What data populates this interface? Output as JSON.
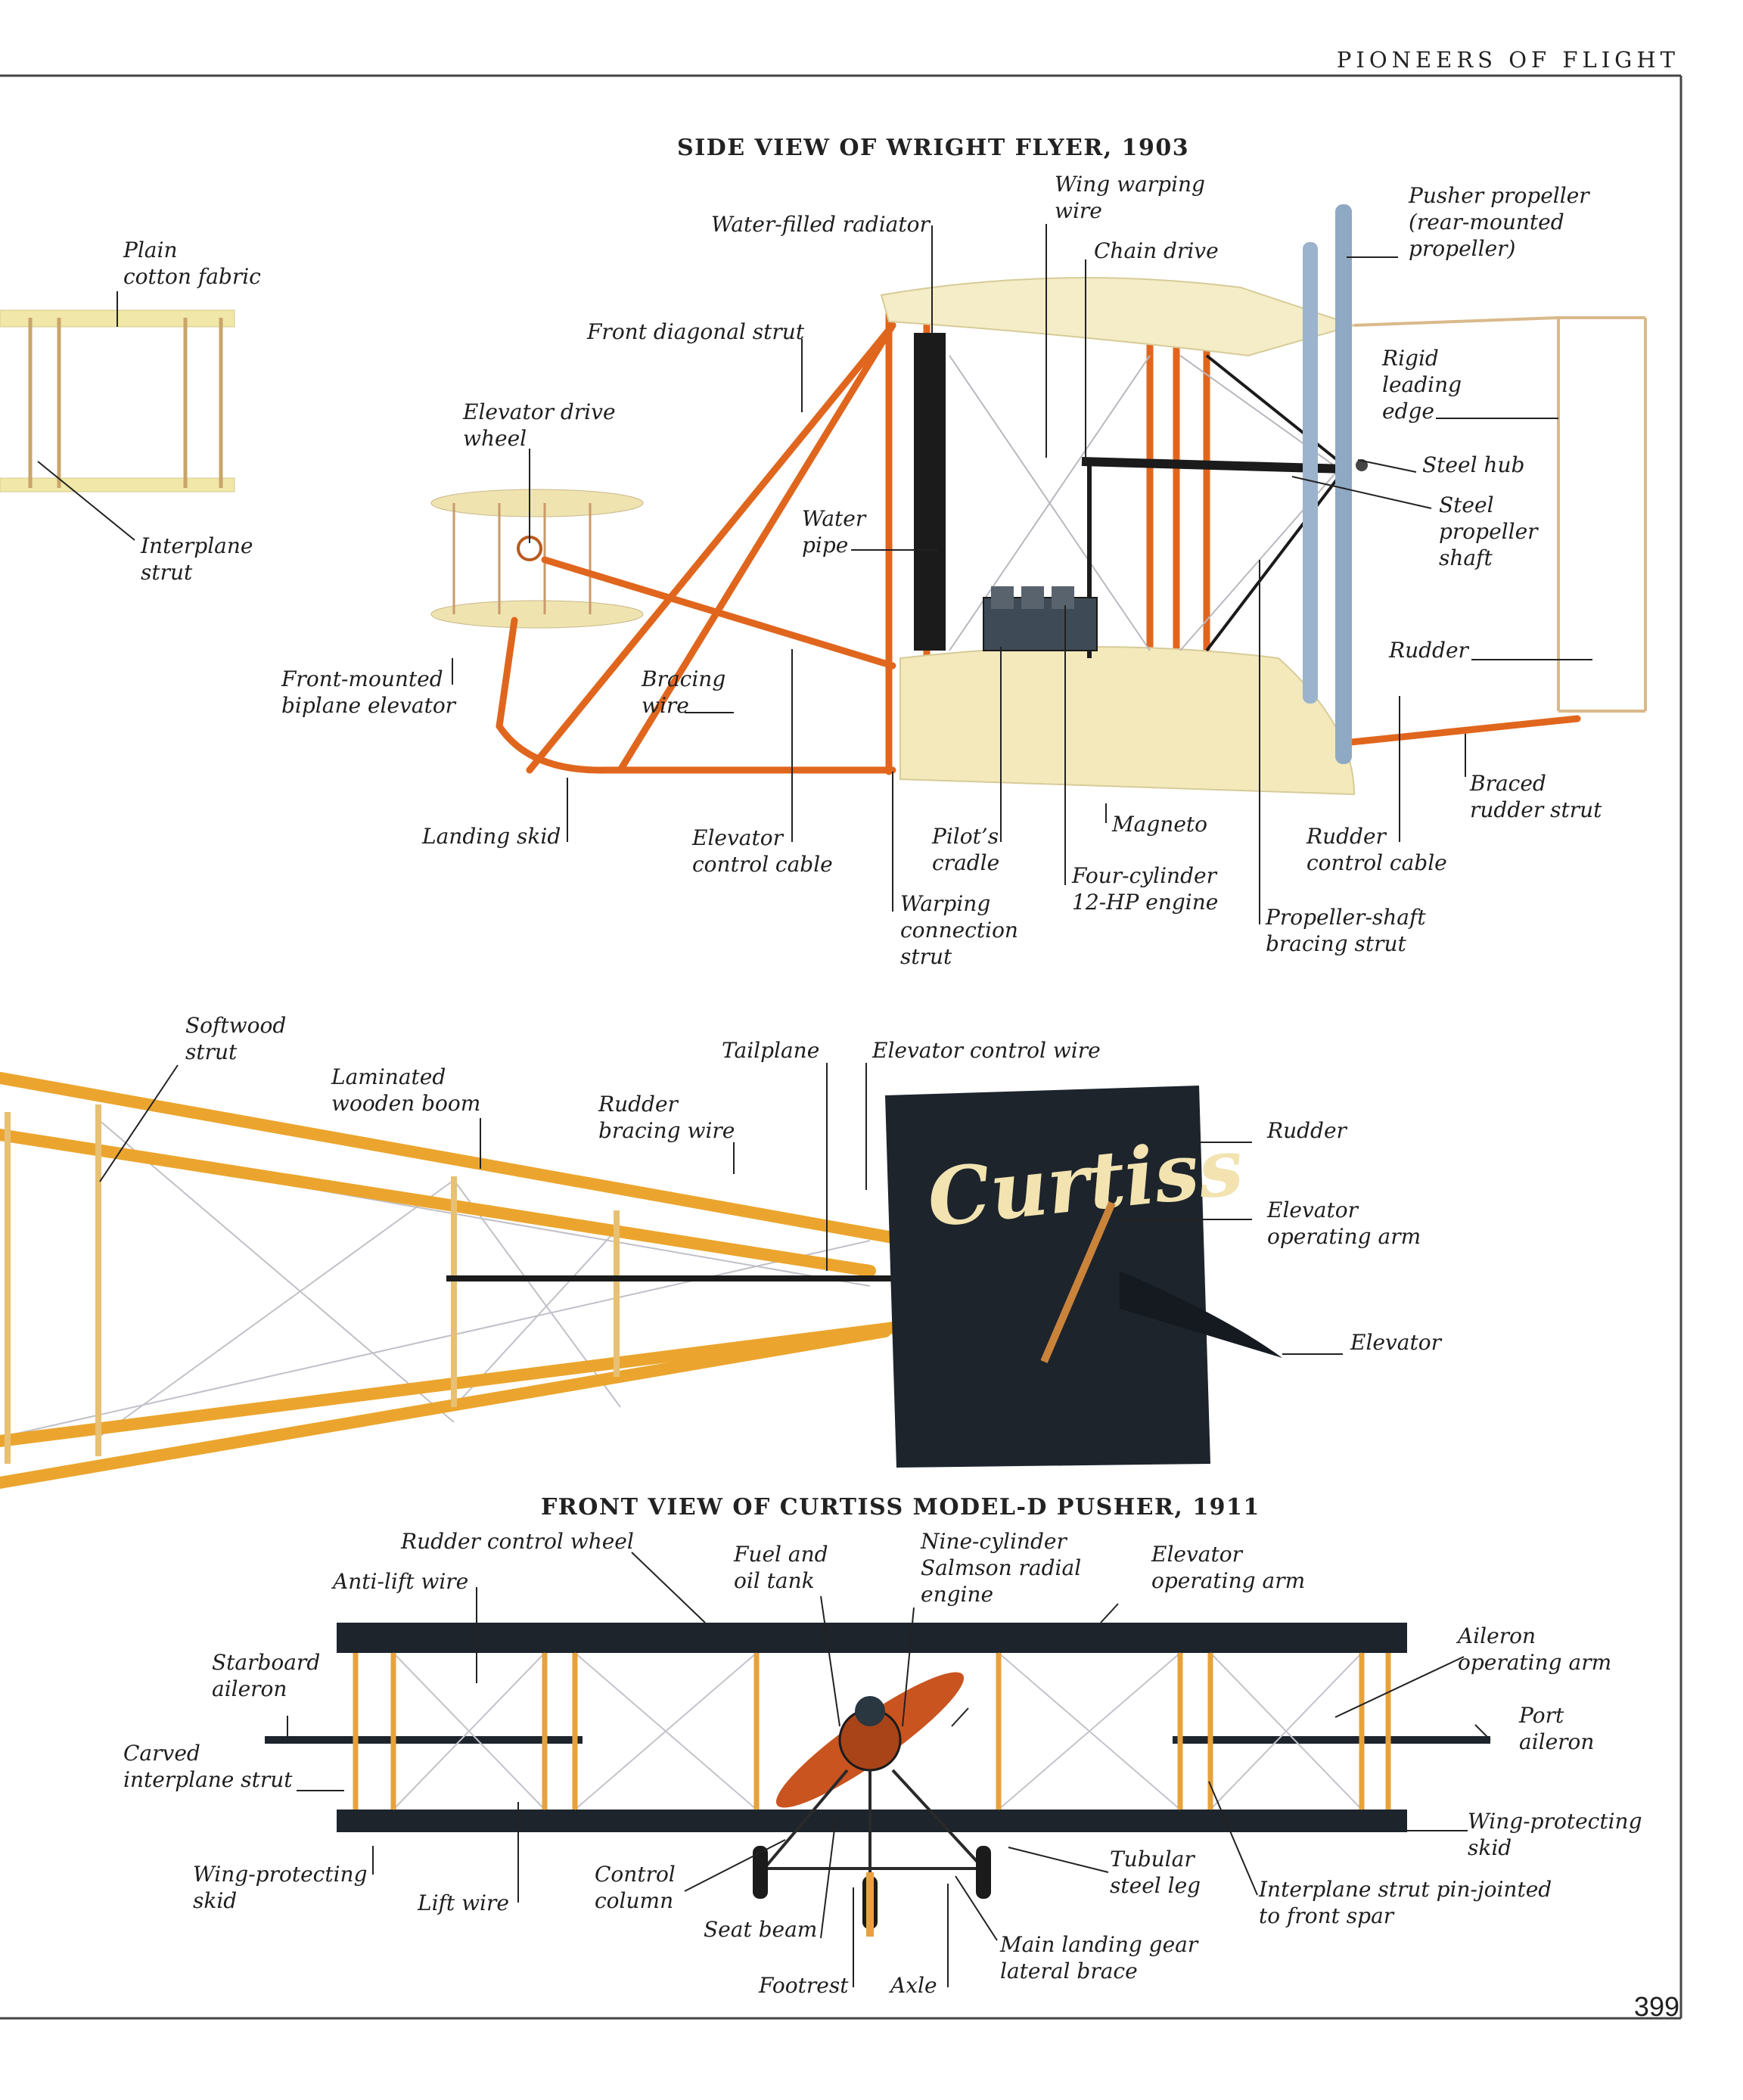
{
  "header": {
    "running_head": "PIONEERS OF FLIGHT",
    "page_number": "399"
  },
  "sections": {
    "wright": {
      "title": "SIDE VIEW OF WRIGHT FLYER, 1903"
    },
    "curtiss": {
      "title": "FRONT VIEW OF CURTISS MODEL-D PUSHER, 1911"
    }
  },
  "labels": {
    "wright": {
      "plain_cotton_fabric": "Plain\ncotton fabric",
      "interplane_strut": "Interplane\nstrut",
      "elevator_drive_wheel": "Elevator drive\nwheel",
      "front_diagonal_strut": "Front diagonal strut",
      "water_filled_radiator": "Water-filled radiator",
      "wing_warping_wire": "Wing warping\nwire",
      "chain_drive": "Chain drive",
      "pusher_propeller": "Pusher propeller\n(rear-mounted\npropeller)",
      "rigid_leading_edge": "Rigid\nleading\nedge",
      "steel_hub": "Steel hub",
      "steel_propeller_shaft": "Steel\npropeller\nshaft",
      "water_pipe": "Water\npipe",
      "rudder": "Rudder",
      "front_mounted_biplane_elevator": "Front-mounted\nbiplane elevator",
      "bracing_wire": "Bracing\nwire",
      "landing_skid": "Landing skid",
      "elevator_control_cable": "Elevator\ncontrol cable",
      "pilots_cradle": "Pilot’s\ncradle",
      "magneto": "Magneto",
      "rudder_control_cable": "Rudder\ncontrol cable",
      "braced_rudder_strut": "Braced\nrudder strut",
      "warping_connection_strut": "Warping\nconnection\nstrut",
      "four_cylinder_engine": "Four-cylinder\n12-HP engine",
      "propeller_shaft_bracing_strut": "Propeller-shaft\nbracing strut"
    },
    "boom": {
      "softwood_strut": "Softwood\nstrut",
      "laminated_wooden_boom": "Laminated\nwooden boom",
      "tailplane": "Tailplane",
      "elevator_control_wire": "Elevator control wire",
      "rudder_bracing_wire": "Rudder\nbracing wire",
      "rudder": "Rudder",
      "elevator_operating_arm": "Elevator\noperating arm",
      "elevator": "Elevator",
      "rudder_logo": "Curtiss"
    },
    "curtiss": {
      "rudder_control_wheel": "Rudder control wheel",
      "anti_lift_wire": "Anti-lift wire",
      "fuel_and_oil_tank": "Fuel and\noil tank",
      "nine_cylinder_engine": "Nine-cylinder\nSalmson radial\nengine",
      "elevator_operating_arm": "Elevator\noperating arm",
      "aileron_operating_arm": "Aileron\noperating arm",
      "starboard_aileron": "Starboard\naileron",
      "port_aileron": "Port\naileron",
      "carved_interplane_strut": "Carved\ninterplane strut",
      "wing_protecting_skid_right": "Wing-protecting\nskid",
      "wing_protecting_skid_left": "Wing-protecting\nskid",
      "lift_wire": "Lift wire",
      "control_column": "Control\ncolumn",
      "tubular_steel_leg": "Tubular\nsteel leg",
      "interplane_strut_pin_jointed": "Interplane strut pin-jointed\nto front spar",
      "seat_beam": "Seat beam",
      "main_landing_gear_brace": "Main landing gear\nlateral brace",
      "footrest": "Footrest",
      "axle": "Axle"
    }
  },
  "colors": {
    "wing_cream": "#f3ecc4",
    "strut_orange": "#e0661e",
    "boom_yellow": "#eba52e",
    "propeller_blue": "#9bb3cc",
    "curtiss_black": "#1d242c",
    "leader_line": "#222222"
  }
}
